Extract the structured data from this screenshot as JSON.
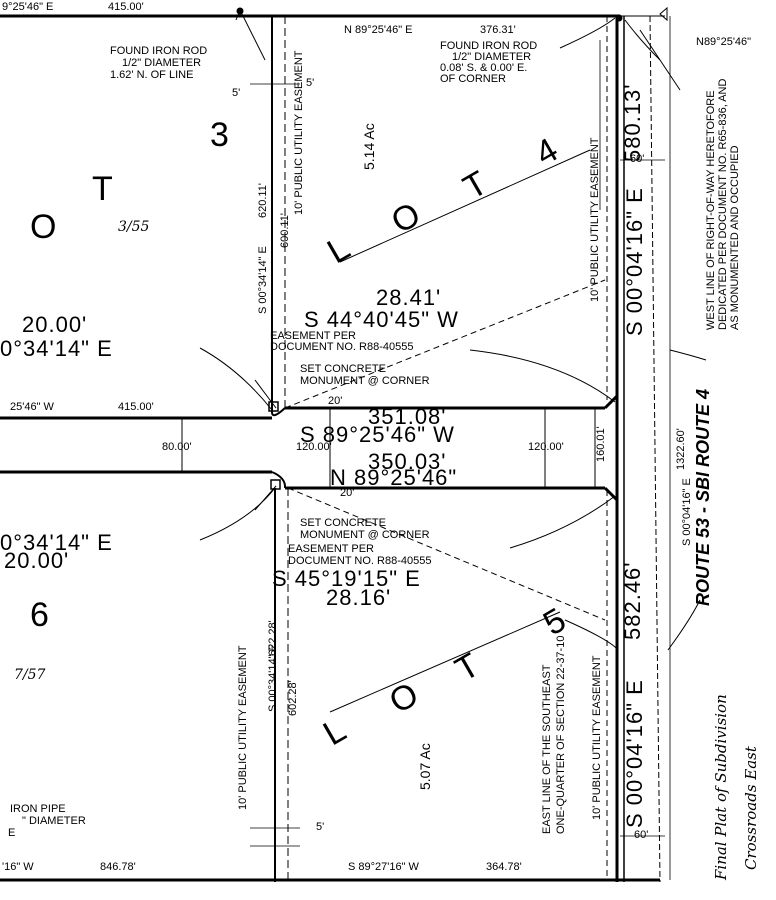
{
  "lots": {
    "lot3_chars": [
      "O",
      "T",
      "3"
    ],
    "lot4_chars": [
      "L",
      "O",
      "T",
      "4"
    ],
    "lot5_chars": [
      "L",
      "O",
      "T",
      "5"
    ],
    "lot6": "6"
  },
  "top": {
    "left_bearing": "9°25'46\" E",
    "left_dist": "415.00'",
    "right_bearing": "N 89°25'46\" E",
    "right_dist": "376.31'",
    "corner_bearing": "N89°25'46\""
  },
  "rod1": {
    "l1": "FOUND IRON ROD",
    "l2": "1/2\" DIAMETER",
    "l3": "1.62' N. OF LINE"
  },
  "rod2": {
    "l1": "FOUND IRON ROD",
    "l2": "1/2\" DIAMETER",
    "l3": "0.08' S. & 0.00' E.",
    "l4": "OF CORNER"
  },
  "dims": {
    "five_top": "5'",
    "five_bot": "5'",
    "five_bot2": "5'",
    "sixty_top": "60'",
    "sixty_bot": "60'",
    "twenty_a": "20'",
    "twenty_b": "20'",
    "eighty": "80.00'",
    "onetwenty_l": "120.00'",
    "onetwenty_r": "120.00'",
    "onesixty": "160.01'"
  },
  "lot3": {
    "ease": "10' PUBLIC UTILITY EASEMENT",
    "bearing_v": "S 00°34'14\" E",
    "d620": "620.11'",
    "d600": "600.11'",
    "note": "3/55",
    "dist_a": "20.00'",
    "bearing_a": "0°34'14\" E"
  },
  "lot4": {
    "area": "5.14 Ac",
    "ease": "10' PUBLIC UTILITY EASEMENT",
    "east_dist": "580.13'",
    "east_bearing": "S 00°04'16\" E",
    "chord": "28.41'",
    "chord_bearing": "S 44°40'45\" W"
  },
  "easement1": {
    "l1": "EASEMENT PER",
    "l2": "DOCUMENT NO. R88-40555"
  },
  "mon1": {
    "l1": "SET CONCRETE",
    "l2": "MONUMENT @ CORNER"
  },
  "road": {
    "upper_bearing": "25'46\" W",
    "upper_dist": "415.00'",
    "upper_right": "351.08'",
    "upper_right_bearing": "S 89°25'46\" W",
    "lower_right": "350.03'",
    "lower_right_bearing": "N 89°25'46\""
  },
  "mon2": {
    "l1": "SET CONCRETE",
    "l2": "MONUMENT @ CORNER"
  },
  "easement2": {
    "l1": "EASEMENT PER",
    "l2": "DOCUMENT NO. R88-40555"
  },
  "lot5": {
    "chord_bearing": "S 45°19'15\" E",
    "chord": "28.16'",
    "east_dist": "582.46'",
    "east_bearing": "S 00°04'16\" E",
    "area": "5.07 Ac",
    "ease": "10' PUBLIC UTILITY EASEMENT",
    "ease2": "10' PUBLIC UTILITY EASEMENT",
    "bearing_v": "S 00°34'14\" E",
    "d622": "622.28'",
    "d602": "602.28'",
    "section_l1": "EAST LINE OF THE SOUTHEAST",
    "section_l2": "ONE-QUARTER OF SECTION 22-37-10"
  },
  "lot6": {
    "bearing": "0°34'14\" E",
    "dist": "20.00'",
    "note": "7/57"
  },
  "pipe": {
    "l1": "IRON PIPE",
    "l2": "\" DIAMETER",
    "l3": "E"
  },
  "bottom": {
    "left_bearing": "'16\" W",
    "left_dist": "846.78'",
    "right_bearing": "S 89°27'16\" W",
    "right_dist": "364.78'"
  },
  "route": {
    "name": "ROUTE 53 - SBI ROUTE 4",
    "total": "1322.60'",
    "bearing": "S 00°04'16\" E",
    "row_l1": "WEST LINE OF RIGHT-OF-WAY HERETOFORE",
    "row_l2": "DEDICATED PER DOCUMENT NO. R65-836, AND",
    "row_l3": "AS MONUMENTED AND OCCUPIED"
  },
  "handnote": {
    "l1": "Final Plat of Subdivision",
    "l2": "Crossroads East"
  }
}
